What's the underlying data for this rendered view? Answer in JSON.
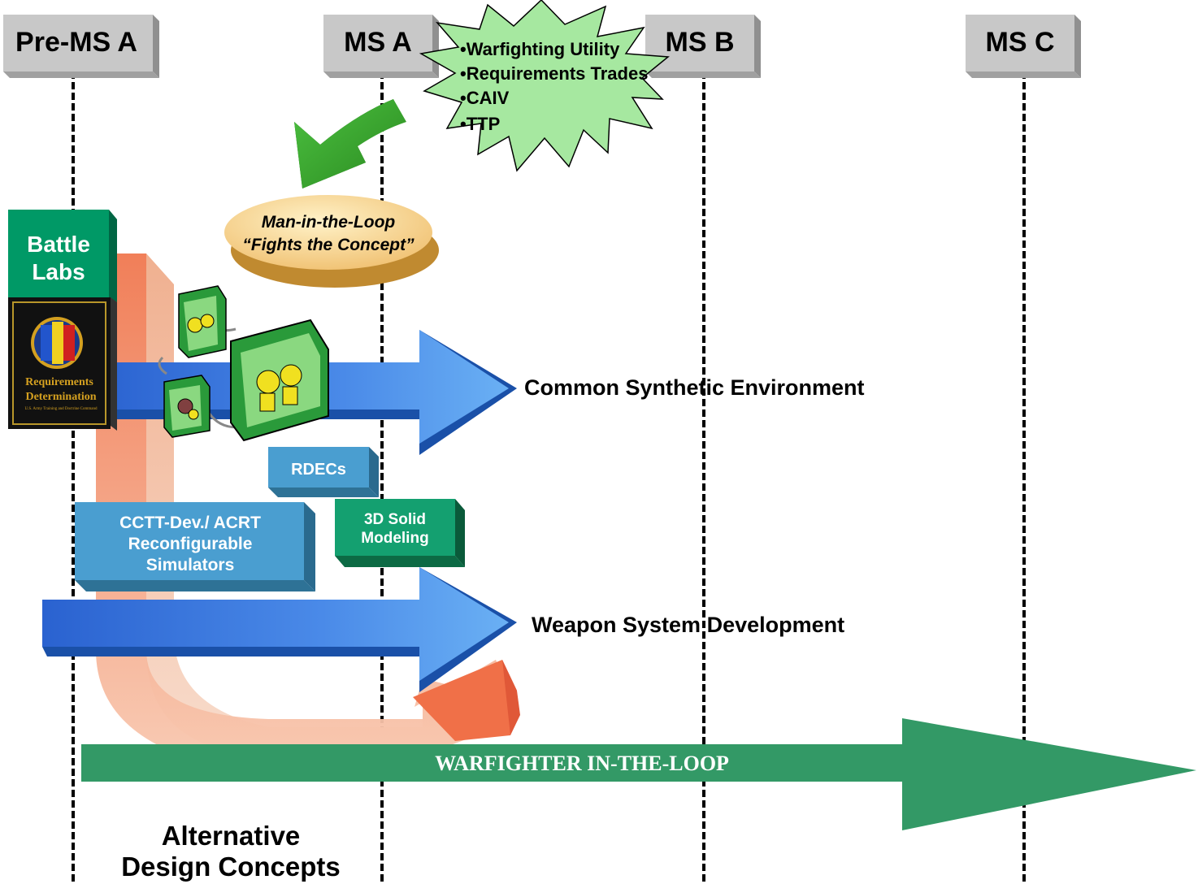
{
  "milestones": [
    {
      "label": "Pre-MS A"
    },
    {
      "label": "MS A"
    },
    {
      "label": "MS B"
    },
    {
      "label": "MS C"
    }
  ],
  "starburst": {
    "lines": [
      "•Warfighting Utility",
      "•Requirements Trades",
      "•CAIV",
      "•TTP"
    ]
  },
  "ellipse": {
    "line1": "Man-in-the-Loop",
    "line2": "“Fights the Concept”"
  },
  "battle_labs": {
    "line1": "Battle",
    "line2": "Labs"
  },
  "book": {
    "line1": "Requirements",
    "line2": "Determination",
    "subtitle": "U.S. Army Training and Doctrine Command"
  },
  "arrows": {
    "cse": "Common Synthetic Environment",
    "wsd": "Weapon System Development",
    "wil": "WARFIGHTER IN-THE-LOOP"
  },
  "boxes": {
    "rdecs": "RDECs",
    "solid_line1": "3D Solid",
    "solid_line2": "Modeling",
    "cctt_line1": "CCTT-Dev./ ACRT",
    "cctt_line2": "Reconfigurable",
    "cctt_line3": "Simulators"
  },
  "alt_design": {
    "line1": "Alternative",
    "line2": "Design Concepts"
  },
  "colors": {
    "milestone_fill": "#c8c8c8",
    "blue_arrow": "#3f7fdc",
    "green_arrow": "#339966",
    "starburst": "#a6e8a0",
    "battle_labs": "#009966",
    "orange_loop": "#f08050"
  }
}
